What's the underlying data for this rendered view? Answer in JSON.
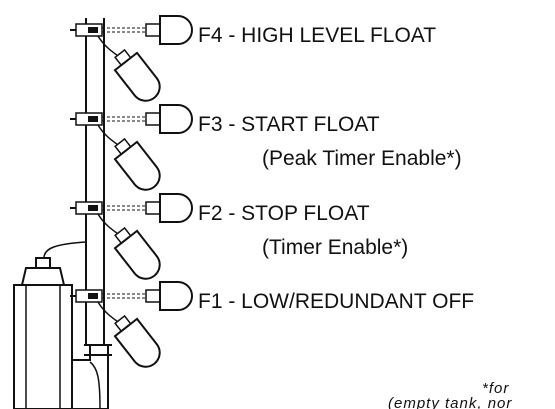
{
  "floats": [
    {
      "label": "F4 - HIGH LEVEL FLOAT",
      "sublabel": ""
    },
    {
      "label": "F3 - START FLOAT",
      "sublabel": "(Peak Timer Enable*)"
    },
    {
      "label": "F2 - STOP FLOAT",
      "sublabel": "(Timer Enable*)"
    },
    {
      "label": "F1 - LOW/REDUNDANT OFF",
      "sublabel": ""
    }
  ],
  "footnote": {
    "line1": "*for",
    "line2": "(empty tank, nor"
  }
}
